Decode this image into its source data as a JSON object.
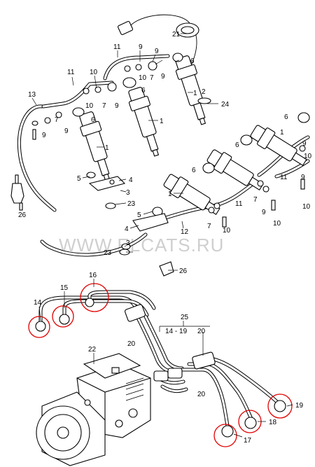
{
  "watermark": "WWW.ELCATS.RU",
  "callouts": [
    {
      "id": "c21",
      "text": "21"
    },
    {
      "id": "c9a",
      "text": "9"
    },
    {
      "id": "c11a",
      "text": "11"
    },
    {
      "id": "c9b",
      "text": "9"
    },
    {
      "id": "c6a",
      "text": "6"
    },
    {
      "id": "c10a",
      "text": "10"
    },
    {
      "id": "c7a",
      "text": "7"
    },
    {
      "id": "c9c",
      "text": "9"
    },
    {
      "id": "c11b",
      "text": "11"
    },
    {
      "id": "c10b",
      "text": "10"
    },
    {
      "id": "c1a",
      "text": "1"
    },
    {
      "id": "c6b",
      "text": "6"
    },
    {
      "id": "c2",
      "text": "2"
    },
    {
      "id": "c13",
      "text": "13"
    },
    {
      "id": "c10c",
      "text": "10"
    },
    {
      "id": "c7b",
      "text": "7"
    },
    {
      "id": "c9d",
      "text": "9"
    },
    {
      "id": "c24",
      "text": "24"
    },
    {
      "id": "c6c",
      "text": "6"
    },
    {
      "id": "c1b",
      "text": "1"
    },
    {
      "id": "c7c",
      "text": "7"
    },
    {
      "id": "c9e",
      "text": "9"
    },
    {
      "id": "c9f",
      "text": "9"
    },
    {
      "id": "c6d",
      "text": "6"
    },
    {
      "id": "c1c",
      "text": "1"
    },
    {
      "id": "c6e",
      "text": "6"
    },
    {
      "id": "c1d",
      "text": "1"
    },
    {
      "id": "c9g",
      "text": "9"
    },
    {
      "id": "c10d",
      "text": "10"
    },
    {
      "id": "c6f",
      "text": "6"
    },
    {
      "id": "c11c",
      "text": "11"
    },
    {
      "id": "c5a",
      "text": "5"
    },
    {
      "id": "c4a",
      "text": "4"
    },
    {
      "id": "c9h",
      "text": "9"
    },
    {
      "id": "c3a",
      "text": "3"
    },
    {
      "id": "c23a",
      "text": "23"
    },
    {
      "id": "c10e",
      "text": "10"
    },
    {
      "id": "c1e",
      "text": "1"
    },
    {
      "id": "c11d",
      "text": "11"
    },
    {
      "id": "c26a",
      "text": "26"
    },
    {
      "id": "c7d",
      "text": "7"
    },
    {
      "id": "c5b",
      "text": "5"
    },
    {
      "id": "c9i",
      "text": "9"
    },
    {
      "id": "c10f",
      "text": "10"
    },
    {
      "id": "c7e",
      "text": "7"
    },
    {
      "id": "c4b",
      "text": "4"
    },
    {
      "id": "c12",
      "text": "12"
    },
    {
      "id": "c10g",
      "text": "10"
    },
    {
      "id": "c3b",
      "text": "3"
    },
    {
      "id": "c23b",
      "text": "23"
    },
    {
      "id": "c26b",
      "text": "26"
    },
    {
      "id": "c16",
      "text": "16"
    },
    {
      "id": "c15",
      "text": "15"
    },
    {
      "id": "c14",
      "text": "14"
    },
    {
      "id": "c25",
      "text": "25"
    },
    {
      "id": "c14to19",
      "text": "14 - 19"
    },
    {
      "id": "c20a",
      "text": "20"
    },
    {
      "id": "c20b",
      "text": "20"
    },
    {
      "id": "c20c",
      "text": "20"
    },
    {
      "id": "c22",
      "text": "22"
    },
    {
      "id": "c19",
      "text": "19"
    },
    {
      "id": "c18",
      "text": "18"
    },
    {
      "id": "c17",
      "text": "17"
    }
  ]
}
